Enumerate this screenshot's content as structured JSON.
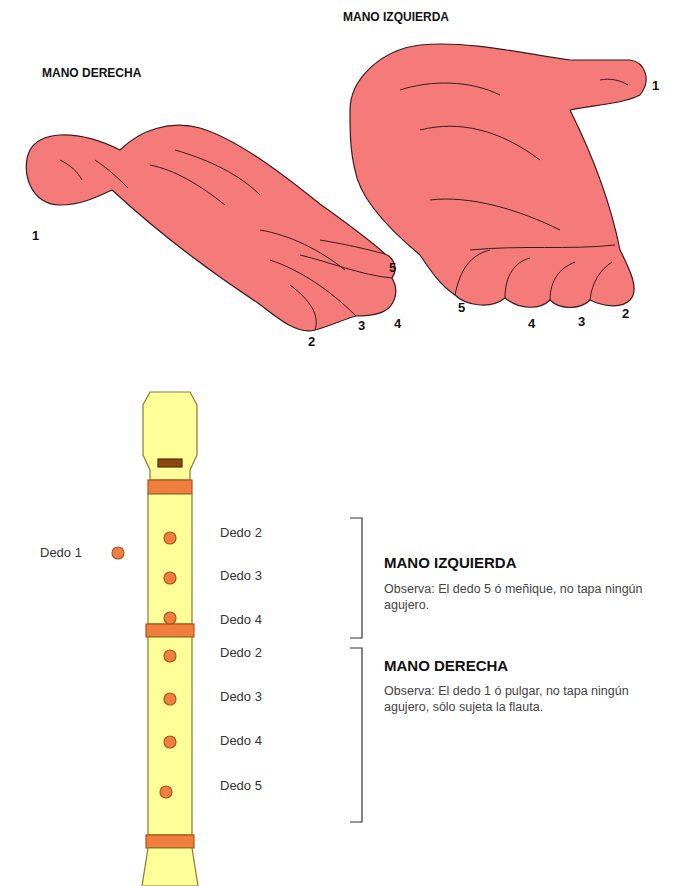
{
  "diagram": {
    "labels": [
      "MANO IZQUIERDA",
      "MANO DERECHA",
      "1",
      "1",
      "5",
      "4",
      "3",
      "2",
      "5",
      "4",
      "3",
      "2",
      "Dedo 1",
      "Dedo 2",
      "Dedo 3",
      "Dedo 4",
      "MANO IZQUIERDA",
      "Observa: El dedo 5 ó meñique, no tapa ningún agujero.",
      "Dedo 2",
      "Dedo 3",
      "Dedo 4",
      "Dedo 5",
      "MANO DERECHA",
      "Observa: El dedo 1 ó pulgar, no tapa ningún agujero, sólo sujeta la flauta."
    ]
  }
}
